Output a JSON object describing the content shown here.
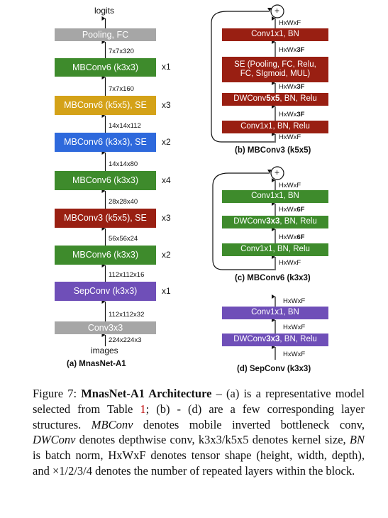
{
  "colors": {
    "gray": "#a6a6a6",
    "green": "#3e8b2c",
    "yellow": "#d4a218",
    "blue": "#2e69dc",
    "darkred": "#991f12",
    "purple": "#6f4fb8"
  },
  "panel_a": {
    "top_label": "logits",
    "bottom_label": "images",
    "subcaption": "(a) MnasNet-A1",
    "blocks": [
      {
        "label": "Pooling, FC",
        "color": "gray",
        "repeat": ""
      },
      {
        "label": "MBConv6 (k3x3)",
        "color": "green",
        "repeat": "x1"
      },
      {
        "label": "MBConv6 (k5x5), SE",
        "color": "yellow",
        "repeat": "x3"
      },
      {
        "label": "MBConv6 (k3x3), SE",
        "color": "blue",
        "repeat": "x2"
      },
      {
        "label": "MBConv6 (k3x3)",
        "color": "green",
        "repeat": "x4"
      },
      {
        "label": "MBConv3 (k5x5), SE",
        "color": "darkred",
        "repeat": "x3"
      },
      {
        "label": "MBConv6 (k3x3)",
        "color": "green",
        "repeat": "x2"
      },
      {
        "label": "SepConv (k3x3)",
        "color": "purple",
        "repeat": "x1"
      },
      {
        "label": "Conv3x3",
        "color": "gray",
        "repeat": ""
      }
    ],
    "shapes": [
      "7x7x320",
      "7x7x160",
      "14x14x112",
      "14x14x80",
      "28x28x40",
      "56x56x24",
      "112x112x16",
      "112x112x32",
      "224x224x3"
    ]
  },
  "panel_b": {
    "subcaption": "(b) MBConv3 (k5x5)",
    "plus": "+",
    "blocks": [
      {
        "label": "Conv1x1, BN"
      },
      {
        "label": "SE (Pooling, FC, Relu, FC, SIgmoid, MUL)"
      },
      {
        "label_pre": "DWConv",
        "label_bold": "5x5",
        "label_post": ", BN, Relu"
      },
      {
        "label": "Conv1x1, BN, Relu"
      }
    ],
    "shapes": [
      {
        "pre": "HxWxF",
        "bold": ""
      },
      {
        "pre": "HxWx",
        "bold": "3F"
      },
      {
        "pre": "HxWx",
        "bold": "3F"
      },
      {
        "pre": "HxWx",
        "bold": "3F"
      },
      {
        "pre": "HxWxF",
        "bold": ""
      }
    ]
  },
  "panel_c": {
    "subcaption": "(c) MBConv6 (k3x3)",
    "plus": "+",
    "blocks": [
      {
        "label": "Conv1x1, BN"
      },
      {
        "label_pre": "DWConv",
        "label_bold": "3x3",
        "label_post": ", BN, Relu"
      },
      {
        "label": "Conv1x1, BN, Relu"
      }
    ],
    "shapes": [
      {
        "pre": "HxWxF",
        "bold": ""
      },
      {
        "pre": "HxWx",
        "bold": "6F"
      },
      {
        "pre": "HxWx",
        "bold": "6F"
      },
      {
        "pre": "HxWxF",
        "bold": ""
      }
    ]
  },
  "panel_d": {
    "subcaption": "(d) SepConv (k3x3)",
    "blocks": [
      {
        "label": "Conv1x1, BN"
      },
      {
        "label_pre": "DWConv",
        "label_bold": "3x3",
        "label_post": ", BN, Relu"
      }
    ],
    "shapes": [
      {
        "pre": "HxWxF",
        "bold": ""
      },
      {
        "pre": "HxWxF",
        "bold": ""
      },
      {
        "pre": "HxWxF",
        "bold": ""
      }
    ]
  },
  "caption": {
    "figure_label": "Figure 7: ",
    "title": "MnasNet-A1 Architecture",
    "t1": " – (a) is a representative model selected from Table ",
    "table_ref": "1",
    "t2": "; (b) - (d) are a few corresponding layer structures. ",
    "mbconv": "MBConv",
    "t3": " denotes mobile inverted bottleneck conv, ",
    "dwconv": "DWConv",
    "t4": " denotes depthwise conv, k3x3/k5x5 denotes kernel size, ",
    "bn": "BN",
    "t5": " is batch norm, HxWxF denotes tensor shape (height, width, depth), and ×1/2/3/4 denotes the number of repeated layers within the block."
  }
}
